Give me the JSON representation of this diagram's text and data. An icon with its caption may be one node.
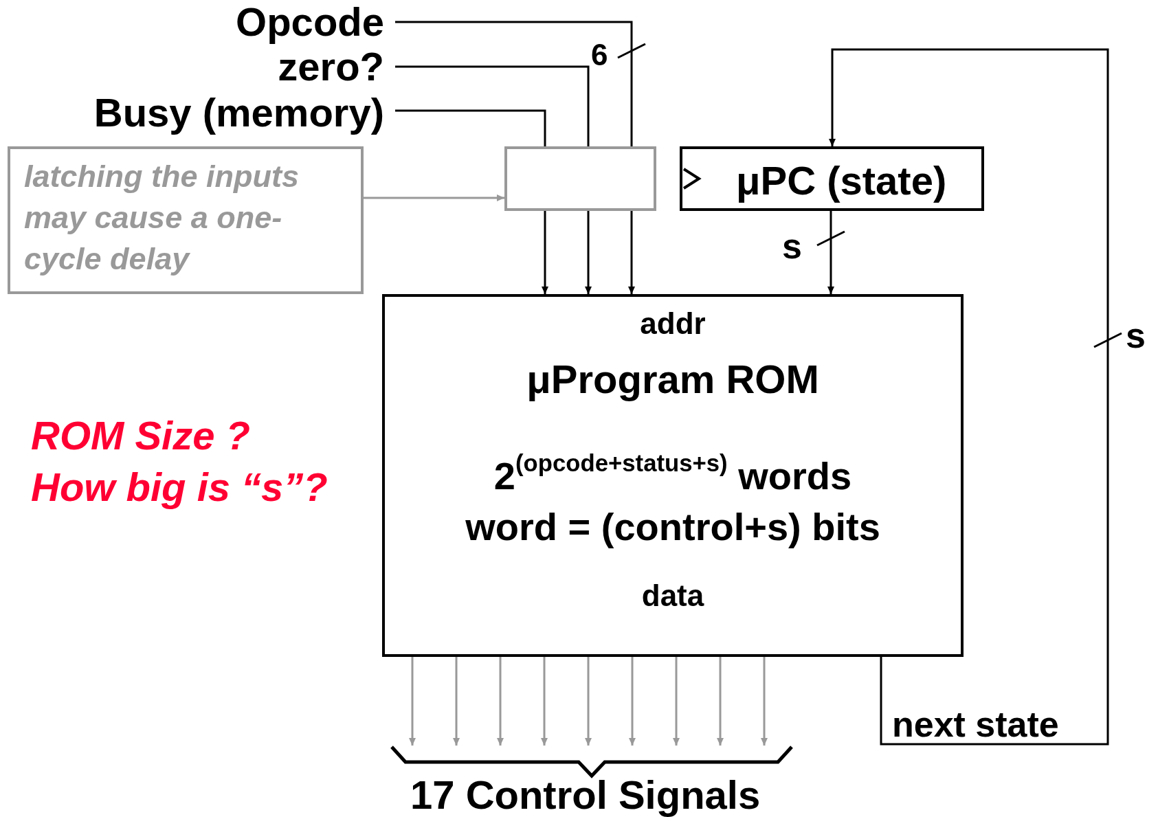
{
  "diagram": {
    "nodes": [
      {
        "text": [
          "Opcode"
        ]
      },
      {
        "text": [
          "zero?"
        ]
      },
      {
        "text": [
          "Busy (memory)"
        ]
      },
      {
        "text": [
          "latching the inputs may cause a one-cycle delay"
        ]
      },
      {
        "text": [],
        "shape": "box"
      },
      {
        "text": [
          "μPC (state)"
        ]
      },
      {
        "text": [
          "addr",
          "μProgram ROM",
          "2$^{(opcode+status+s)}$ words",
          "word = (control+s) bits",
          "data"
        ]
      },
      {
        "text": [
          "17 Control Signals"
        ]
      }
    ],
    "edges": [
      {
        "from": 0,
        "to": 4,
        "arrow": "none",
        "label": "6",
        "color": "#000000"
      },
      {
        "from": 1,
        "to": 4,
        "arrow": "none",
        "color": "#000000"
      },
      {
        "from": 2,
        "to": 4,
        "arrow": "none",
        "color": "#000000"
      },
      {
        "from": 3,
        "to": 4,
        "arrow": "to",
        "color": "#999999"
      },
      {
        "from": 5,
        "to": 6,
        "arrow": "to",
        "label": "s",
        "color": "#000000"
      },
      {
        "from": 6,
        "to": 5,
        "arrow": "to",
        "label": "next state",
        "color": "#000000"
      },
      {
        "from": 6,
        "to": 7,
        "arrow": "to",
        "color": "#999999"
      },
      {
        "from": 6,
        "to": 7,
        "arrow": "to",
        "color": "#999999"
      },
      {
        "from": 6,
        "to": 7,
        "arrow": "to",
        "color": "#999999"
      },
      {
        "from": 6,
        "to": 7,
        "arrow": "to",
        "color": "#999999"
      },
      {
        "from": 6,
        "to": 7,
        "arrow": "to",
        "color": "#999999"
      },
      {
        "from": 6,
        "to": 7,
        "arrow": "to",
        "color": "#999999"
      },
      {
        "from": 6,
        "to": 7,
        "arrow": "to",
        "color": "#999999"
      },
      {
        "from": 6,
        "to": 7,
        "arrow": "to",
        "color": "#999999"
      },
      {
        "from": 6,
        "to": 7,
        "arrow": "to",
        "color": "#999999"
      },
      {
        "from": 4,
        "to": 6,
        "arrow": "to",
        "color": "#000000"
      },
      {
        "from": 4,
        "to": 6,
        "arrow": "to",
        "color": "#000000"
      },
      {
        "from": 4,
        "to": 6,
        "arrow": "to",
        "color": "#000000"
      }
    ],
    "labels": [
      "s",
      "ROM Size ?",
      "How big is “s”?"
    ]
  }
}
